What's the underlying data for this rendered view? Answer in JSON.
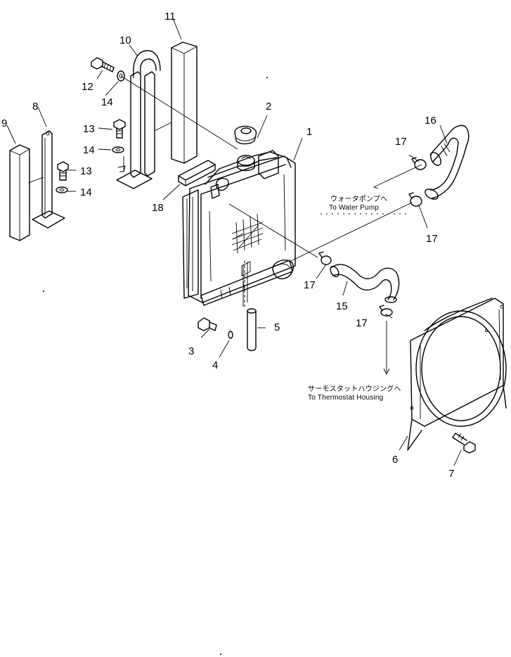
{
  "callouts": {
    "c1": "1",
    "c2": "2",
    "c3": "3",
    "c4": "4",
    "c5": "5",
    "c6": "6",
    "c7": "7",
    "c8": "8",
    "c9": "9",
    "c10": "10",
    "c11": "11",
    "c12": "12",
    "c13a": "13",
    "c13b": "13",
    "c14a": "14",
    "c14b": "14",
    "c14c": "14",
    "c15": "15",
    "c16": "16",
    "c17a": "17",
    "c17b": "17",
    "c17c": "17",
    "c17d": "17",
    "c18": "18"
  },
  "notes": {
    "water_pump_jp": "ウォータポンプへ",
    "water_pump_en": "To Water Pump",
    "thermostat_jp": "サーモスタットハウジングへ",
    "thermostat_en": "To Thermostat Housing"
  }
}
